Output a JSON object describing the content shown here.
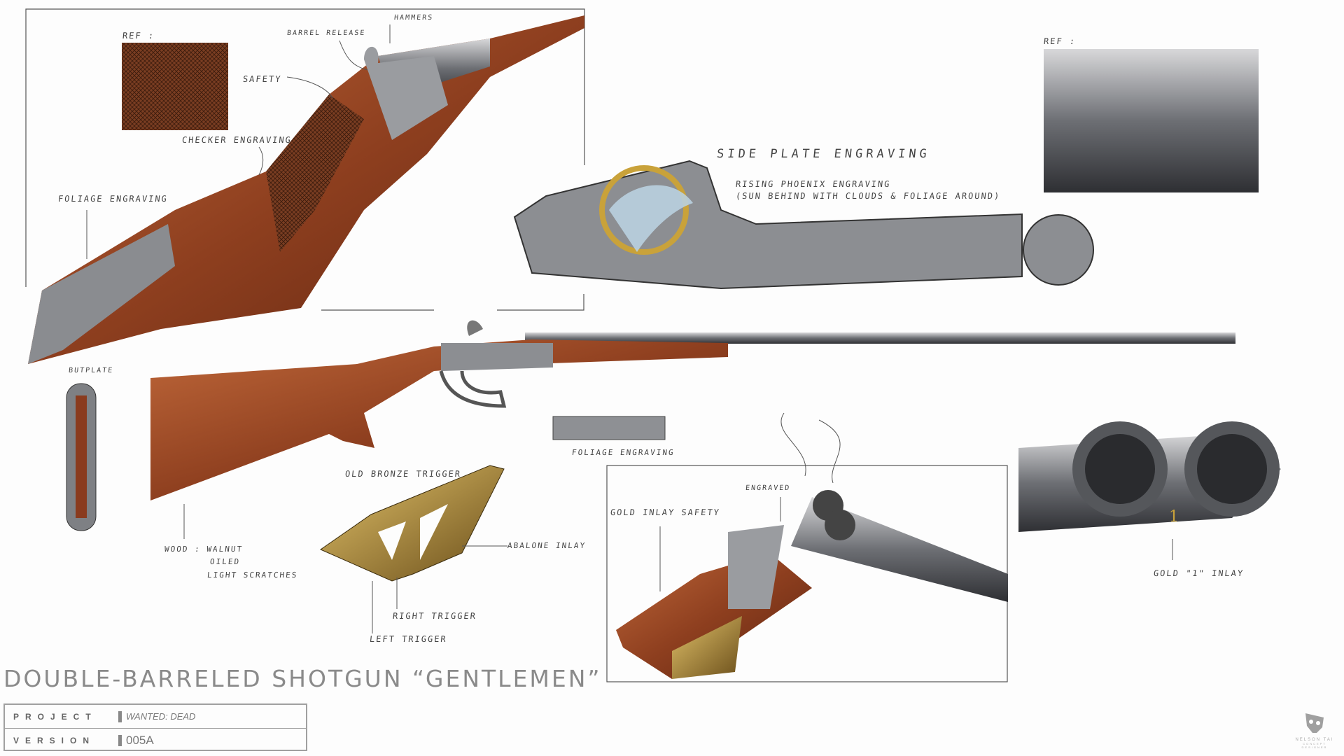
{
  "sheet": {
    "title": "DOUBLE-BARRELED SHOTGUN “GENTLEMEN”",
    "info": [
      {
        "label": "PROJECT",
        "value": "WANTED: DEAD"
      },
      {
        "label": "VERSION",
        "value": "005A"
      }
    ],
    "artist": {
      "name": "NELSON TAI",
      "role": "CONCEPT DESIGNER"
    }
  },
  "annotations": {
    "ref_1": "REF :",
    "barrel_release": "BARREL RELEASE",
    "hammers": "HAMMERS",
    "safety": "SAFETY",
    "checker": "CHECKER ENGRAVING",
    "foliage_1": "FOLIAGE ENGRAVING",
    "side_plate": "SIDE PLATE ENGRAVING",
    "phoenix_1": "RISING PHOENIX ENGRAVING",
    "phoenix_2": "(SUN BEHIND WITH CLOUDS & FOLIAGE AROUND)",
    "ref_2": "REF :",
    "butplate": "BUTPLATE",
    "foliage_2": "FOLIAGE ENGRAVING",
    "trigger": "OLD BRONZE TRIGGER",
    "engraved": "ENGRAVED",
    "gold_safety": "GOLD INLAY SAFETY",
    "abalone": "ABALONE INLAY",
    "wood_1": "WOOD : WALNUT",
    "wood_2": "OILED",
    "wood_3": "LIGHT SCRATCHES",
    "right_trigger": "RIGHT TRIGGER",
    "left_trigger": "LEFT TRIGGER",
    "gold_1": "GOLD \"1\" INLAY"
  },
  "colors": {
    "wood": "#9a4a26",
    "metal": "#6e7075",
    "gold": "#b8902e",
    "ink": "#444444"
  }
}
